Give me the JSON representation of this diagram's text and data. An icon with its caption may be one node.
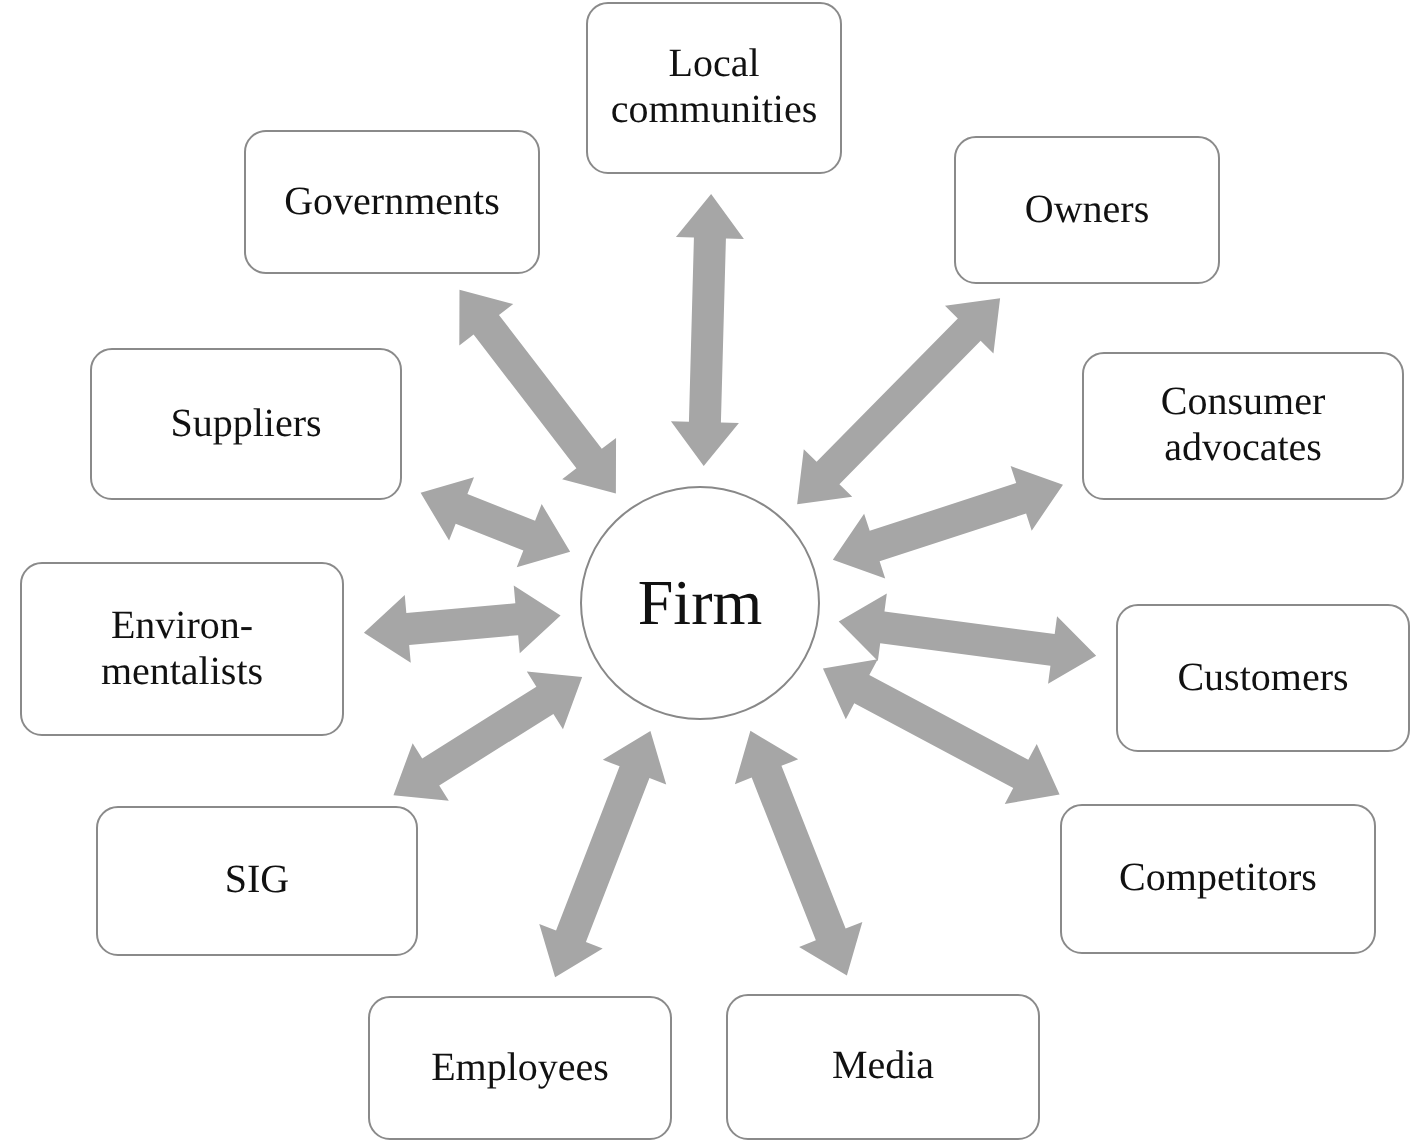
{
  "diagram": {
    "nodes": [
      {
        "text": [
          "Firm"
        ]
      },
      {
        "text": [
          "Local communities"
        ]
      },
      {
        "text": [
          "Governments"
        ]
      },
      {
        "text": [
          "Owners"
        ]
      },
      {
        "text": [
          "Suppliers"
        ]
      },
      {
        "text": [
          "Consumer advocates"
        ]
      },
      {
        "text": [
          "Environ- mentalists"
        ]
      },
      {
        "text": [
          "Customers"
        ]
      },
      {
        "text": [
          "SIG"
        ]
      },
      {
        "text": [
          "Competitors"
        ]
      },
      {
        "text": [
          "Employees"
        ]
      },
      {
        "text": [
          "Media"
        ]
      }
    ],
    "edges": [
      {
        "from": 0,
        "to": 1,
        "arrow": "both",
        "style": "thick"
      },
      {
        "from": 0,
        "to": 2,
        "arrow": "both",
        "style": "thick"
      },
      {
        "from": 0,
        "to": 3,
        "arrow": "both",
        "style": "thick"
      },
      {
        "from": 0,
        "to": 4,
        "arrow": "both",
        "style": "thick"
      },
      {
        "from": 0,
        "to": 5,
        "arrow": "both",
        "style": "thick"
      },
      {
        "from": 0,
        "to": 6,
        "arrow": "both",
        "style": "thick"
      },
      {
        "from": 0,
        "to": 7,
        "arrow": "both",
        "style": "thick"
      },
      {
        "from": 0,
        "to": 8,
        "arrow": "both",
        "style": "thick"
      },
      {
        "from": 0,
        "to": 9,
        "arrow": "both",
        "style": "thick"
      },
      {
        "from": 0,
        "to": 10,
        "arrow": "both",
        "style": "thick"
      },
      {
        "from": 0,
        "to": 11,
        "arrow": "both",
        "style": "thick"
      }
    ]
  }
}
